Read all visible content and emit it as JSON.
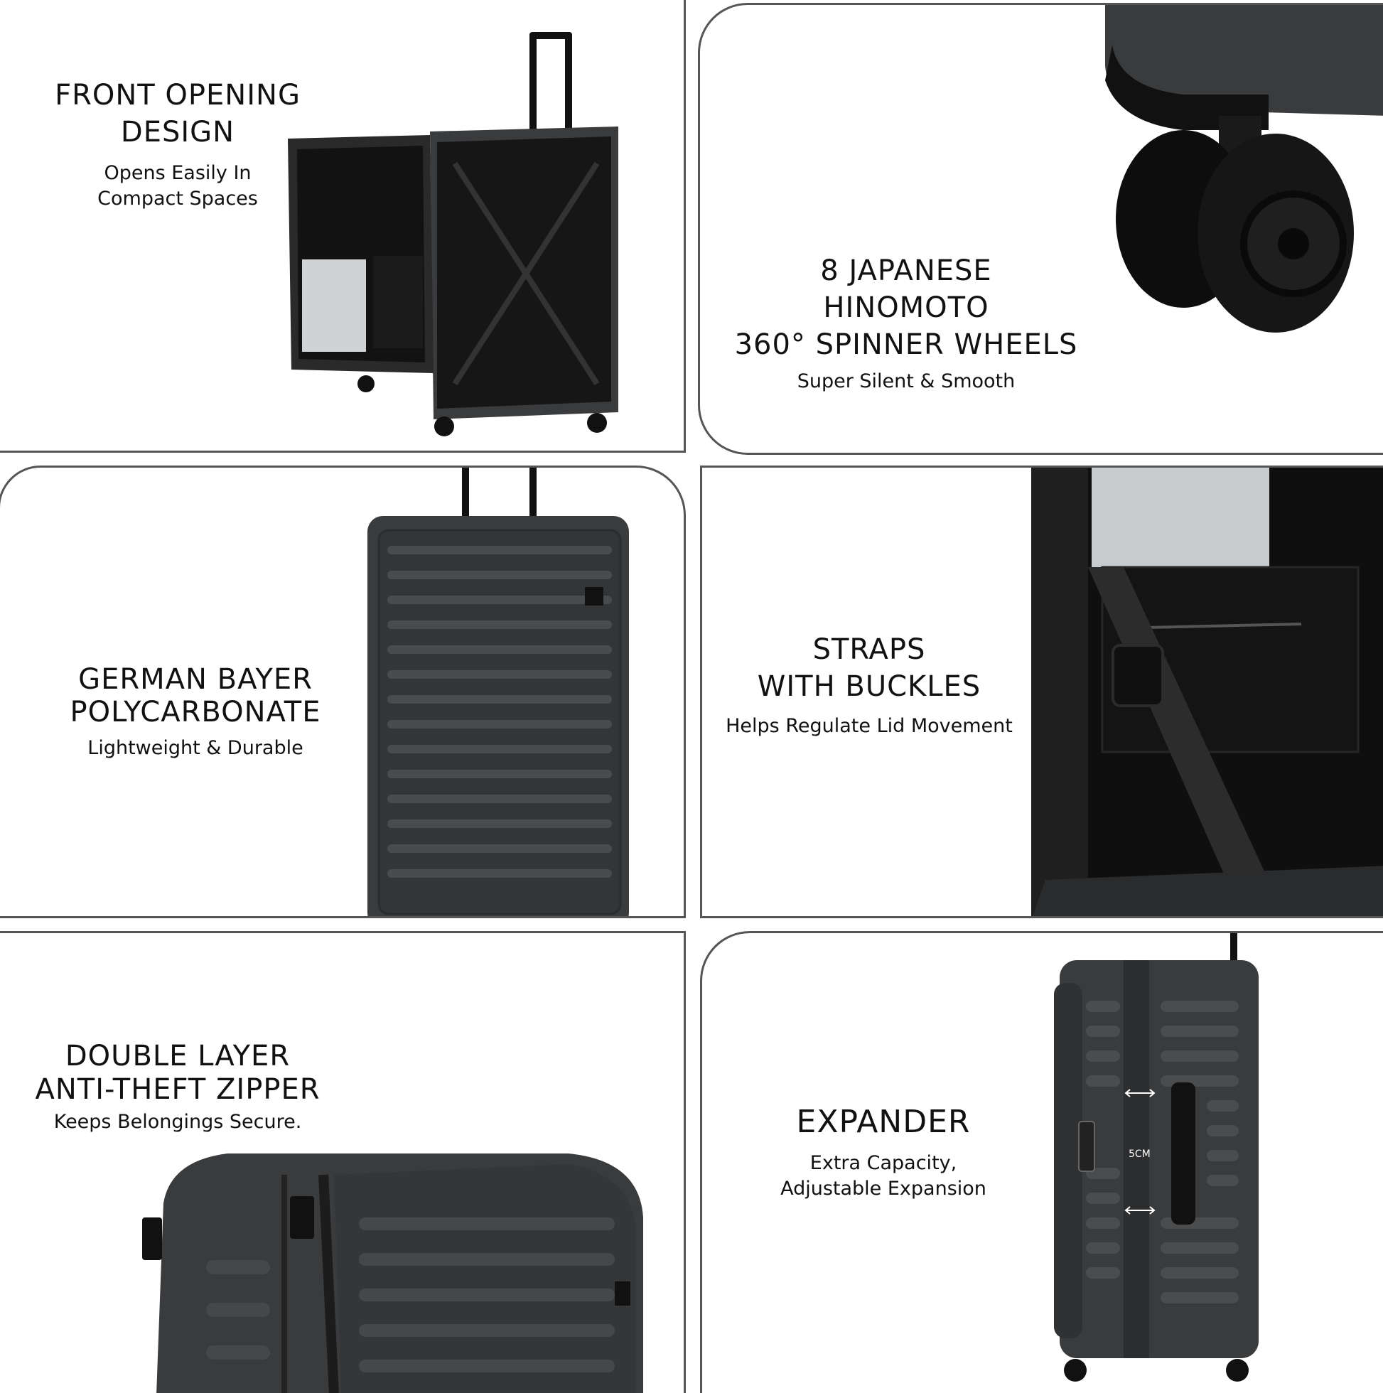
{
  "features": [
    {
      "title_lines": [
        "FRONT OPENING",
        "DESIGN"
      ],
      "subtitle_lines": [
        "Opens Easily In",
        "Compact Spaces"
      ]
    },
    {
      "title_lines": [
        "8 JAPANESE",
        "HINOMOTO",
        "360° SPINNER WHEELS"
      ],
      "subtitle_lines": [
        "Super Silent & Smooth"
      ]
    },
    {
      "title_lines": [
        "GERMAN BAYER",
        "POLYCARBONATE"
      ],
      "subtitle_lines": [
        "Lightweight & Durable"
      ]
    },
    {
      "title_lines": [
        "STRAPS",
        "WITH BUCKLES"
      ],
      "subtitle_lines": [
        "Helps Regulate Lid Movement"
      ]
    },
    {
      "title_lines": [
        "DOUBLE LAYER",
        "ANTI-THEFT ZIPPER"
      ],
      "subtitle_lines": [
        "Keeps Belongings Secure."
      ]
    },
    {
      "title_lines": [
        "EXPANDER"
      ],
      "subtitle_lines": [
        "Extra Capacity,",
        "Adjustable Expansion"
      ]
    }
  ],
  "expander_label": "5CM",
  "colors": {
    "shell": "#3a3b3d",
    "shell_dark": "#232425",
    "border": "#555555",
    "text": "#111111"
  }
}
